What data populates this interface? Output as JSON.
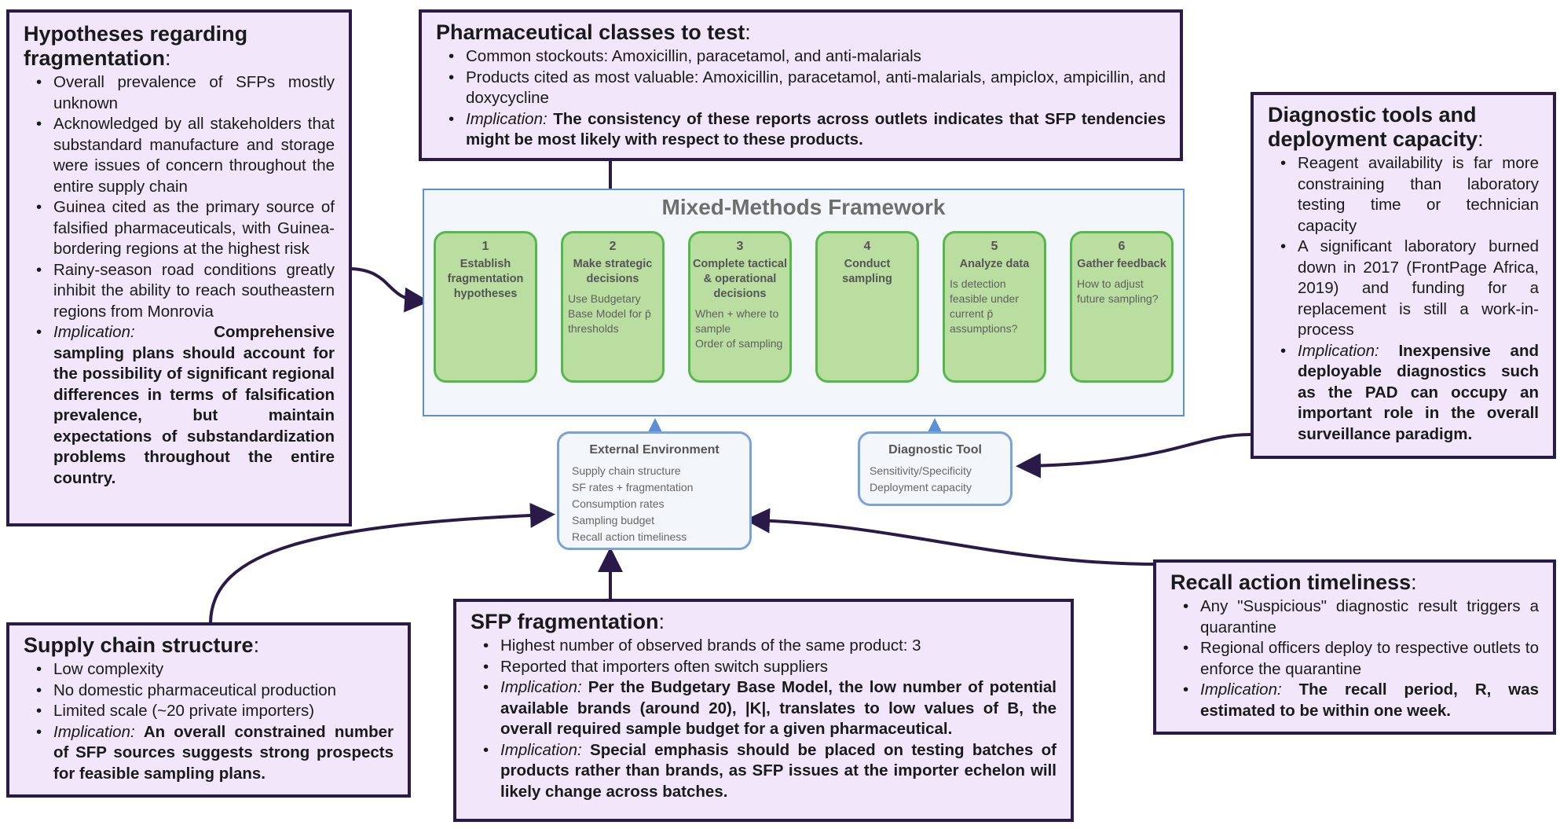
{
  "boxes": {
    "hypotheses": {
      "title": "Hypotheses regarding fragmentation",
      "colon": ":",
      "items": [
        "Overall prevalence of SFPs mostly unknown",
        "Acknowledged by all stakeholders that substandard manufacture and storage were issues of concern throughout the entire supply chain",
        "Guinea cited as the primary source of falsified pharmaceuticals, with Guinea-bordering regions at the highest risk",
        "Rainy-season road conditions greatly inhibit the ability to reach southeastern regions from Monrovia"
      ],
      "implication_label": "Implication:",
      "implication": "Comprehensive sampling plans should account for the possibility of significant regional differences in terms of falsification prevalence, but maintain expectations of substandardization problems throughout the entire country."
    },
    "pharma": {
      "title": "Pharmaceutical classes to test",
      "colon": ":",
      "items": [
        "Common stockouts: Amoxicillin, paracetamol, and anti-malarials",
        "Products cited as most valuable: Amoxicillin, paracetamol, anti-malarials, ampiclox, ampicillin, and doxycycline"
      ],
      "implication_label": "Implication:",
      "implication": "The consistency of these reports across outlets indicates that SFP tendencies might be most likely with respect to these products."
    },
    "diagnostic": {
      "title": "Diagnostic tools and deployment capacity",
      "colon": ":",
      "items": [
        "Reagent availability is far more constraining than laboratory testing time or technician capacity",
        "A significant laboratory burned down in 2017 (FrontPage Africa, 2019) and funding for a replacement is still a work-in-process"
      ],
      "implication_label": "Implication:",
      "implication": "Inexpensive and deployable diagnostics such as the PAD can occupy an important role in the overall surveillance paradigm."
    },
    "supply": {
      "title": "Supply chain structure",
      "colon": ":",
      "items": [
        "Low complexity",
        "No domestic pharmaceutical production",
        "Limited scale (~20 private importers)"
      ],
      "implication_label": "Implication:",
      "implication": "An overall constrained number of SFP sources suggests strong prospects for feasible sampling plans."
    },
    "sfp": {
      "title": "SFP fragmentation",
      "colon": ":",
      "items": [
        "Highest number of observed brands of the same product: 3",
        "Reported that importers often switch suppliers"
      ],
      "implication_label": "Implication:",
      "implication": "Per the Budgetary Base Model, the low number of potential available brands (around 20), |K|, translates to low values of B, the overall required sample budget for a given pharmaceutical.",
      "implication2_label": "Implication:",
      "implication2": "Special emphasis should be placed on testing batches of products rather than brands, as SFP issues at the importer echelon will likely change across batches."
    },
    "recall": {
      "title": "Recall action timeliness",
      "colon": ":",
      "items": [
        "Any \"Suspicious\" diagnostic result triggers a quarantine",
        "Regional officers deploy to respective outlets to enforce the quarantine"
      ],
      "implication_label": "Implication:",
      "implication": "The recall period, R, was estimated to be within one week."
    }
  },
  "framework": {
    "title": "Mixed-Methods Framework",
    "steps": [
      {
        "num": "1",
        "title": "Establish fragmentation hypotheses",
        "sub": ""
      },
      {
        "num": "2",
        "title": "Make strategic decisions",
        "sub": "Use Budgetary Base Model for p̄ thresholds"
      },
      {
        "num": "3",
        "title": "Complete tactical & operational decisions",
        "sub": "When + where to sample\nOrder of sampling"
      },
      {
        "num": "4",
        "title": "Conduct sampling",
        "sub": ""
      },
      {
        "num": "5",
        "title": "Analyze data",
        "sub": "Is detection feasible under current p̄ assumptions?"
      },
      {
        "num": "6",
        "title": "Gather feedback",
        "sub": "How to adjust future sampling?"
      }
    ]
  },
  "external": {
    "title": "External Environment",
    "items": [
      "Supply chain structure",
      "SF rates + fragmentation",
      "Consumption rates",
      "Sampling budget",
      "Recall action timeliness"
    ]
  },
  "diagtool": {
    "title": "Diagnostic Tool",
    "items": [
      "Sensitivity/Specificity",
      "Deployment capacity"
    ]
  },
  "colors": {
    "box_fill": "#f1e6fa",
    "box_border": "#2a1a4a",
    "step_fill": "#b9dea0",
    "step_border": "#56b84a",
    "framework_border": "#5b8fd6",
    "arrow": "#2a1a4a"
  }
}
